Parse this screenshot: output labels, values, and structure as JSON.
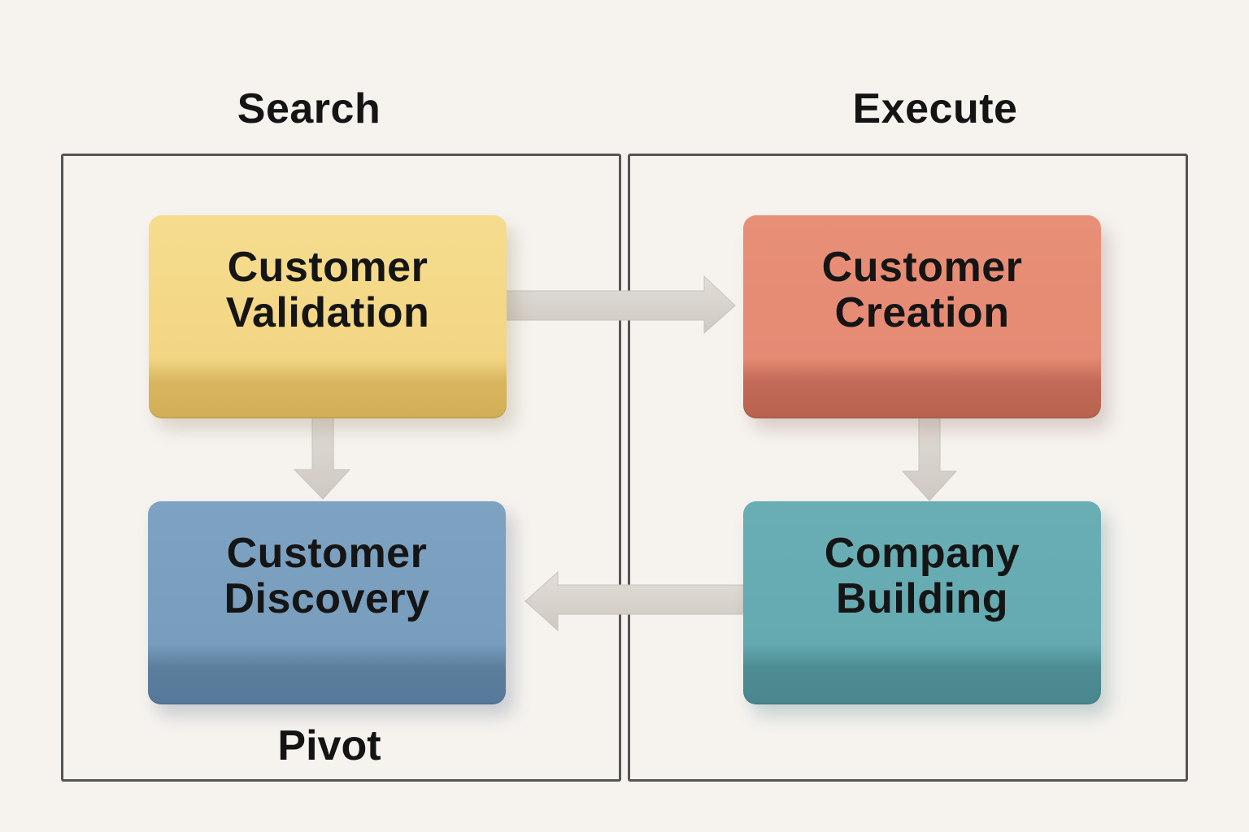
{
  "phases": {
    "search": "Search",
    "execute": "Execute"
  },
  "blocks": {
    "customer_validation": "Customer\nValidation",
    "customer_creation": "Customer\nCreation",
    "customer_discovery": "Customer\nDiscovery",
    "company_building": "Company\nBuilding"
  },
  "pivot_label": "Pivot",
  "colors": {
    "validation": "#f3d684",
    "creation": "#e58a73",
    "discovery": "#789dbd",
    "company_building": "#65aab1",
    "arrow": "#d8d3cd",
    "frame": "#555555"
  }
}
